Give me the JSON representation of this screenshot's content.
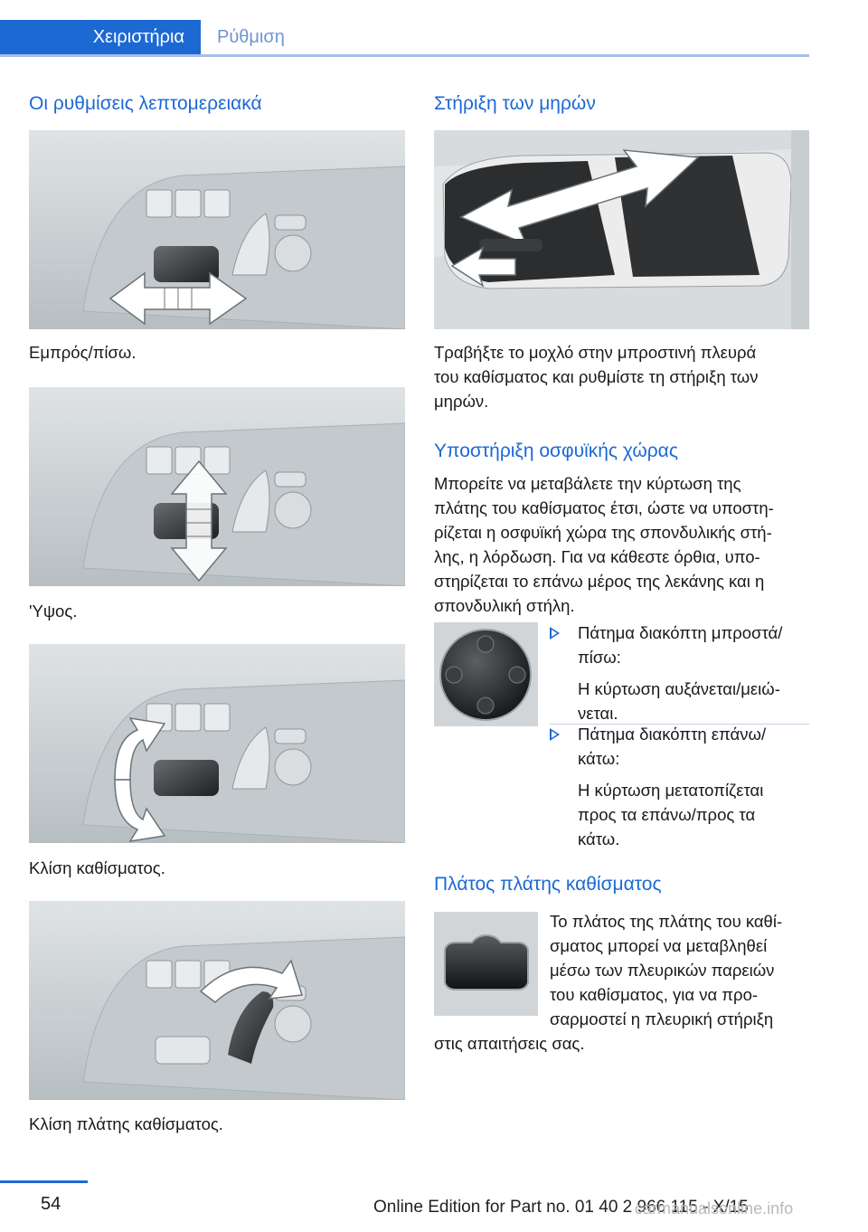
{
  "header": {
    "tab_active": "Χειριστήρια",
    "tab_inactive": "Ρύθμιση"
  },
  "left": {
    "heading": "Οι ρυθμίσεις λεπτομερειακά",
    "captions": [
      "Εμπρός/πίσω.",
      "'Υψος.",
      "Κλίση καθίσματος.",
      "Κλίση πλάτης καθίσματος."
    ]
  },
  "right": {
    "thigh": {
      "heading": "Στήριξη των μηρών",
      "text_lines": [
        "Τραβήξτε το μοχλό στην μπροστινή πλευρά",
        "του καθίσματος και ρυθμίστε τη στήριξη των",
        "μηρών."
      ]
    },
    "lumbar": {
      "heading": "Υποστήριξη οσφυϊκής χώρας",
      "text_lines": [
        "Μπορείτε να μεταβάλετε την κύρτωση της",
        "πλάτης του καθίσματος έτσι, ώστε να υποστη‐",
        "ρίζεται η οσφυϊκή χώρα της σπονδυλικής στή‐",
        "λης, η λόρδωση. Για να κάθεστε όρθια, υπο‐",
        "στηρίζεται το επάνω μέρος της λεκάνης και η",
        "σπονδυλική στήλη."
      ],
      "bullets": [
        {
          "action": [
            "Πάτημα διακόπτη μπροστά/",
            "πίσω:"
          ],
          "result": [
            "Η κύρτωση αυξάνεται/μειώ‐",
            "νεται."
          ]
        },
        {
          "action": [
            "Πάτημα διακόπτη επάνω/",
            "κάτω:"
          ],
          "result": [
            "Η κύρτωση μετατοπίζεται",
            "προς τα επάνω/προς τα",
            "κάτω."
          ]
        }
      ]
    },
    "width": {
      "heading": "Πλάτος πλάτης καθίσματος",
      "text_lines": [
        "Το πλάτος της πλάτης του καθί‐",
        "σματος μπορεί να μεταβληθεί",
        "μέσω των πλευρικών παρειών",
        "του καθίσματος, για να προ‐",
        "σαρμοστεί η πλευρική στήριξη",
        "στις απαιτήσεις σας."
      ]
    }
  },
  "footer": {
    "page_number": "54",
    "edition": "Online Edition for Part no. 01 40 2 966 115 - X/15",
    "watermark": "carmanualsonline.info"
  }
}
